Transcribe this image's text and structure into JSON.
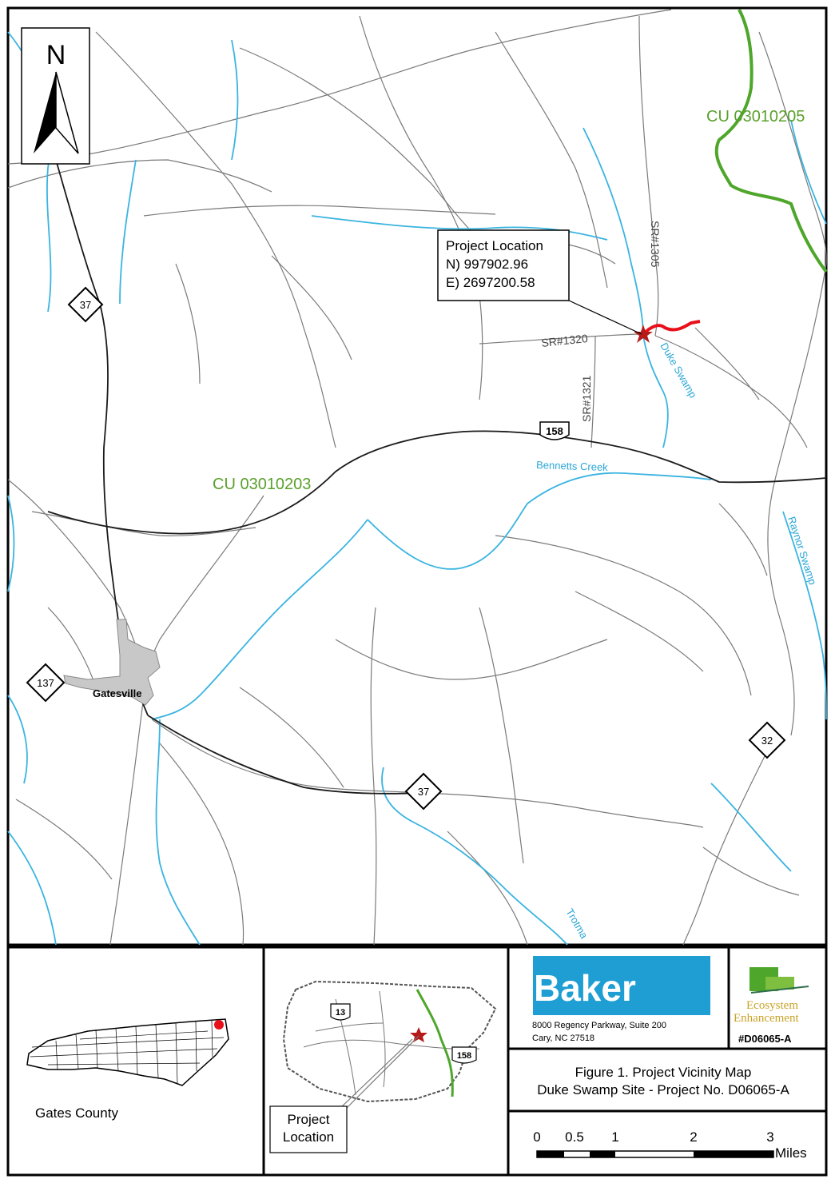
{
  "map": {
    "north_label": "N",
    "cu_labels": {
      "northeast": "CU 03010205",
      "central": "CU 03010203"
    },
    "project_callout": {
      "title": "Project Location",
      "northing": "N) 997902.96",
      "easting": "E) 2697200.58"
    },
    "roads": {
      "sr1305": "SR#1305",
      "sr1320": "SR#1320",
      "sr1321": "SR#1321"
    },
    "water": {
      "duke_swamp": "Duke Swamp",
      "bennetts_creek": "Bennetts Creek",
      "raynor_swamp": "Raynor Swamp",
      "trotman": "Trotma"
    },
    "town": "Gatesville",
    "shields": {
      "nc37_west": "37",
      "us158": "158",
      "nc137": "137",
      "nc37_south": "37",
      "nc32": "32"
    }
  },
  "panels": {
    "state": {
      "county_label": "Gates County"
    },
    "county": {
      "us13": "13",
      "us158": "158",
      "callout_line1": "Project",
      "callout_line2": "Location"
    },
    "baker": {
      "logo": "Baker",
      "address1": "8000 Regency Parkway, Suite 200",
      "address2": "Cary, NC 27518"
    },
    "eep": {
      "logo_line1": "Ecosystem",
      "logo_line2": "Enhancement",
      "project_id": "#D06065-A"
    },
    "title": {
      "line1": "Figure 1. Project Vicinity Map",
      "line2": "Duke Swamp Site - Project No. D06065-A"
    },
    "scale": {
      "labels": [
        "0",
        "0.5",
        "1",
        "2",
        "3"
      ],
      "unit": "Miles"
    }
  },
  "colors": {
    "road": "#7a7a7a",
    "highway": "#1a1a1a",
    "stream": "#3ab4e0",
    "cu_boundary": "#4ea62a",
    "project_site": "#e8101a",
    "town_fill": "#c8c8c8",
    "baker_blue": "#1e9ed2"
  }
}
